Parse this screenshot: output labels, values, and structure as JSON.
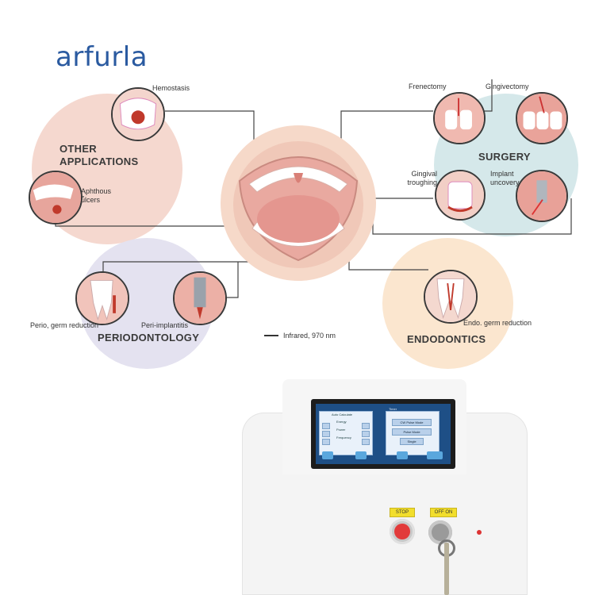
{
  "brand": "arfurla",
  "categories": {
    "other": "OTHER APPLICATIONS",
    "surgery": "SURGERY",
    "periodontology": "PERIODONTOLOGY",
    "endodontics": "ENDODONTICS"
  },
  "procedures": {
    "hemostasis": "Hemostasis",
    "aphthous": "Aphthous ulcers",
    "frenectomy": "Frenectomy",
    "gingivectomy": "Gingivectomy",
    "gingival_troughing": "Gingival troughing",
    "implant_uncovery": "Implant uncovery",
    "perio": "Perio, germ reduction",
    "peri_implantitis": "Peri-implantitis",
    "endo": "Endo. germ reduction"
  },
  "legend": "Infrared, 970 nm",
  "device": {
    "stop_label": "STOP",
    "key_label": "OFF ON",
    "screen": {
      "left_panel_title": "Auto Calculate",
      "left_rows": [
        "Energy",
        "Power",
        "Frequency"
      ],
      "timer_label": "Timer",
      "right_buttons": [
        "CW Pulse Mode",
        "Pulse Mode",
        "Single"
      ]
    },
    "colors": {
      "screen": "#1e4f86",
      "stop": "#e23a3a",
      "tag": "#f2de2c"
    }
  }
}
